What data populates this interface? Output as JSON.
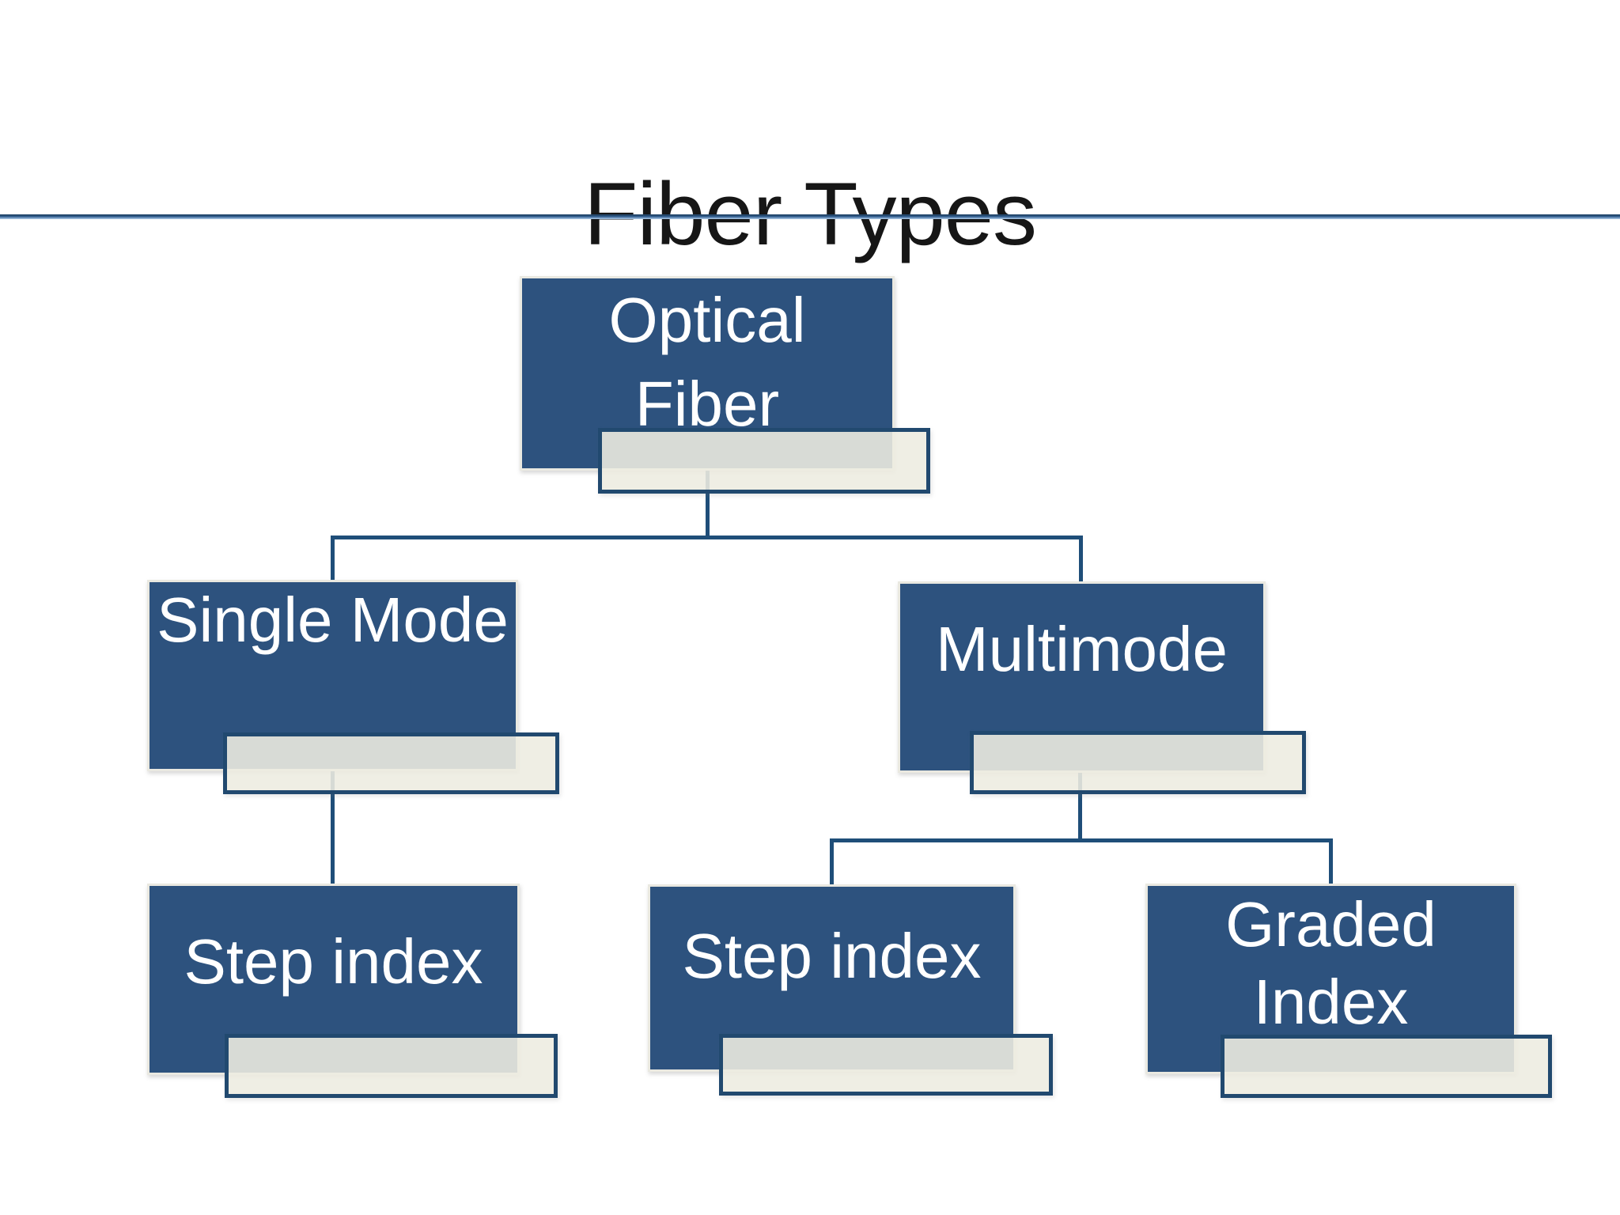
{
  "slide": {
    "title": "Fiber Types",
    "diagram": {
      "nodes": [
        {
          "id": "optical-fiber",
          "label": "Optical Fiber",
          "lines": [
            "Optical",
            "Fiber"
          ],
          "parent": null
        },
        {
          "id": "single-mode",
          "label": "Single Mode",
          "lines": [
            "Single Mode"
          ],
          "parent": "optical-fiber"
        },
        {
          "id": "multimode",
          "label": "Multimode",
          "lines": [
            "Multimode"
          ],
          "parent": "optical-fiber"
        },
        {
          "id": "step-index-single",
          "label": "Step index",
          "lines": [
            "Step index"
          ],
          "parent": "single-mode"
        },
        {
          "id": "step-index-multi",
          "label": "Step index",
          "lines": [
            "Step index"
          ],
          "parent": "multimode"
        },
        {
          "id": "graded-index",
          "label": "Graded Index",
          "lines": [
            "Graded",
            "Index"
          ],
          "parent": "multimode"
        }
      ]
    },
    "theme": {
      "title-color": "#161616",
      "rule-blue": "#3a6595",
      "node-fill": "#2d527e",
      "node-border": "#eae9e1",
      "node-text": "#ffffff",
      "accent-border": "#21496f",
      "accent-fill": "rgba(237,236,225,0.89)",
      "connector": "#1f4e79"
    }
  }
}
